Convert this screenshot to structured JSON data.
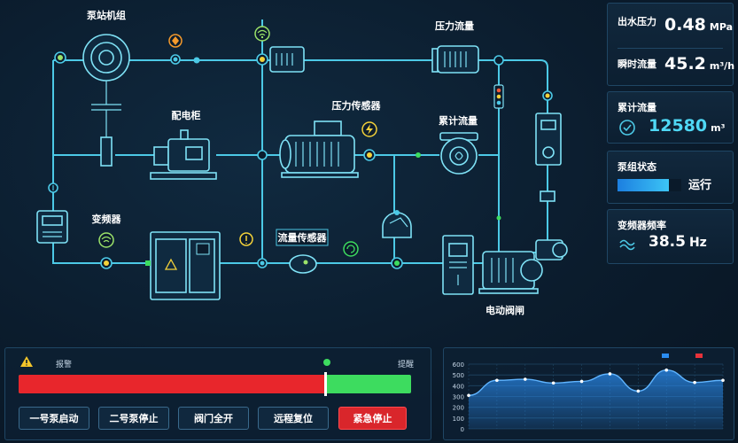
{
  "schematic": {
    "labels": {
      "pump_station": "泵站机组",
      "pressure_flow": "压力流量",
      "distribution_cabinet": "配电柜",
      "pressure_sensor": "压力传感器",
      "cumulative_flow": "累计流量",
      "inverter": "变频器",
      "flow_sensor": "流量传感器",
      "electric_valve": "电动阀闸"
    }
  },
  "metrics": {
    "outlet_pressure": {
      "label": "出水压力",
      "value": "0.48",
      "unit": "MPa"
    },
    "instant_flow": {
      "label": "瞬时流量",
      "value": "45.2",
      "unit": "m³/h"
    },
    "cumulative_flow": {
      "label": "累计流量",
      "value": "12580",
      "unit": "m³",
      "icon": "check-circle-icon"
    },
    "pump_status": {
      "label": "泵组状态",
      "value": "运行",
      "level": 0.8
    },
    "inverter_freq": {
      "label": "变频器频率",
      "value": "38.5",
      "unit": "Hz",
      "icon": "wave-icon"
    }
  },
  "alarm": {
    "left_label": "报警",
    "right_label": "提醒",
    "alarm_fraction": 0.78,
    "icon": "warning-icon"
  },
  "buttons": {
    "pump1_start": "一号泵启动",
    "pump2_stop": "二号泵停止",
    "valve_open": "阀门全开",
    "remote_reset": "远程复位",
    "emergency_stop": "紧急停止"
  },
  "colors": {
    "pipe": "#4cc9e6",
    "alarm_red": "#e8262c",
    "ok_green": "#3ddc5f",
    "accent_blue": "#1e90e8"
  },
  "chart_data": {
    "type": "area",
    "yticks": [
      600,
      500,
      400,
      300,
      200,
      100,
      0
    ],
    "ylim": [
      0,
      600
    ],
    "series": [
      {
        "values": [
          310,
          450,
          460,
          425,
          440,
          510,
          350,
          545,
          430,
          450
        ],
        "color": "#2a8cf0"
      }
    ],
    "legend_colors": [
      "#2a8cf0",
      "#e8323a"
    ],
    "legend_position": "top-right",
    "grid": true
  }
}
